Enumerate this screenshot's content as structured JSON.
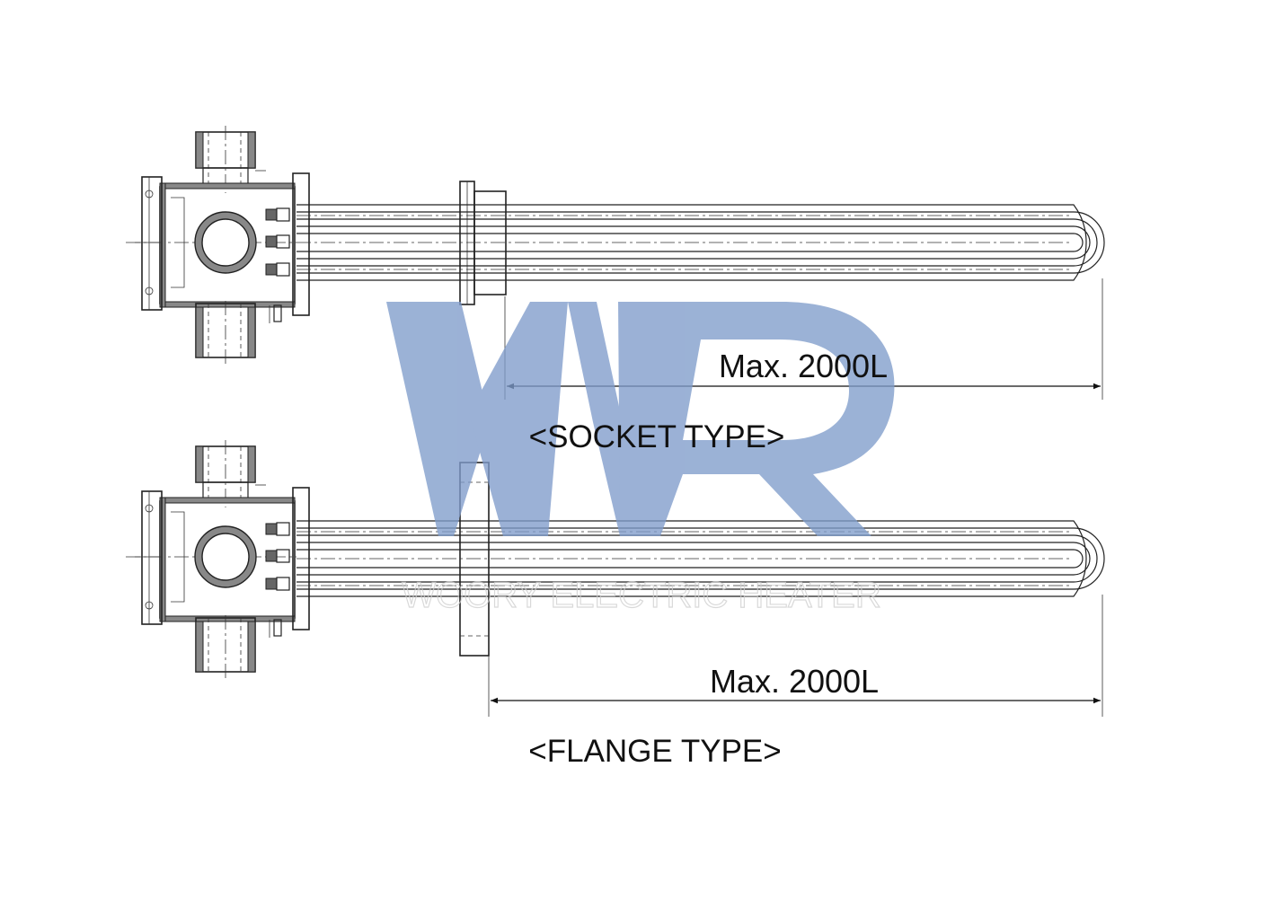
{
  "socket": {
    "dimension_label": "Max. 2000L",
    "type_label": "<SOCKET TYPE>"
  },
  "flange": {
    "dimension_label": "Max. 2000L",
    "type_label": "<FLANGE TYPE>"
  },
  "watermark": {
    "logo_letters": "WR",
    "company_text": "WOORY ELECTRIC HEATER",
    "color": "#7f9ccb"
  }
}
